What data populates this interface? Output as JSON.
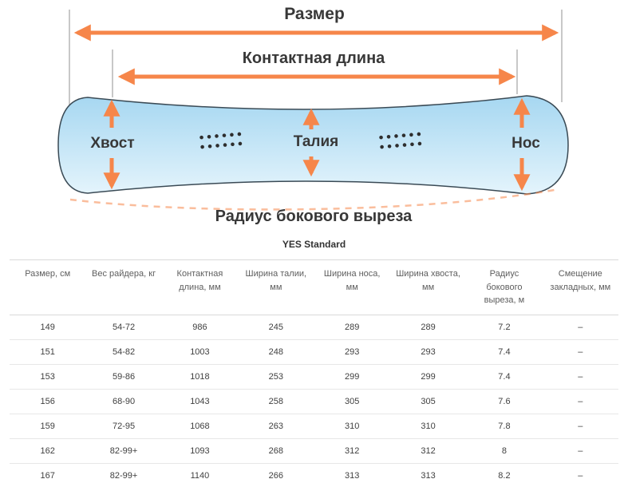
{
  "colors": {
    "accent": "#F6864A",
    "accent-soft": "#F8A878",
    "board-top": "#A6D7F1",
    "board-bottom": "#E4F4FC",
    "board-outline": "#3A4A55",
    "guide": "#ABABAB",
    "text-dark": "#383838",
    "table-border": "#D9D9D9",
    "row-border": "#E7E7E7"
  },
  "diagram": {
    "size_label": "Размер",
    "contact_length_label": "Контактная длина",
    "tail_label": "Хвост",
    "waist_label": "Талия",
    "nose_label": "Нос",
    "sidecut_label": "Радиус бокового выреза"
  },
  "subtitle": "YES Standard",
  "table": {
    "columns": [
      "Размер, см",
      "Вес райдера, кг",
      "Контактная длина, мм",
      "Ширина талии, мм",
      "Ширина носа, мм",
      "Ширина хвоста, мм",
      "Радиус бокового выреза, м",
      "Смещение закладных, мм"
    ],
    "rows": [
      [
        "149",
        "54-72",
        "986",
        "245",
        "289",
        "289",
        "7.2",
        "–"
      ],
      [
        "151",
        "54-82",
        "1003",
        "248",
        "293",
        "293",
        "7.4",
        "–"
      ],
      [
        "153",
        "59-86",
        "1018",
        "253",
        "299",
        "299",
        "7.4",
        "–"
      ],
      [
        "156",
        "68-90",
        "1043",
        "258",
        "305",
        "305",
        "7.6",
        "–"
      ],
      [
        "159",
        "72-95",
        "1068",
        "263",
        "310",
        "310",
        "7.8",
        "–"
      ],
      [
        "162",
        "82-99+",
        "1093",
        "268",
        "312",
        "312",
        "8",
        "–"
      ],
      [
        "167",
        "82-99+",
        "1140",
        "266",
        "313",
        "313",
        "8.2",
        "–"
      ]
    ]
  }
}
